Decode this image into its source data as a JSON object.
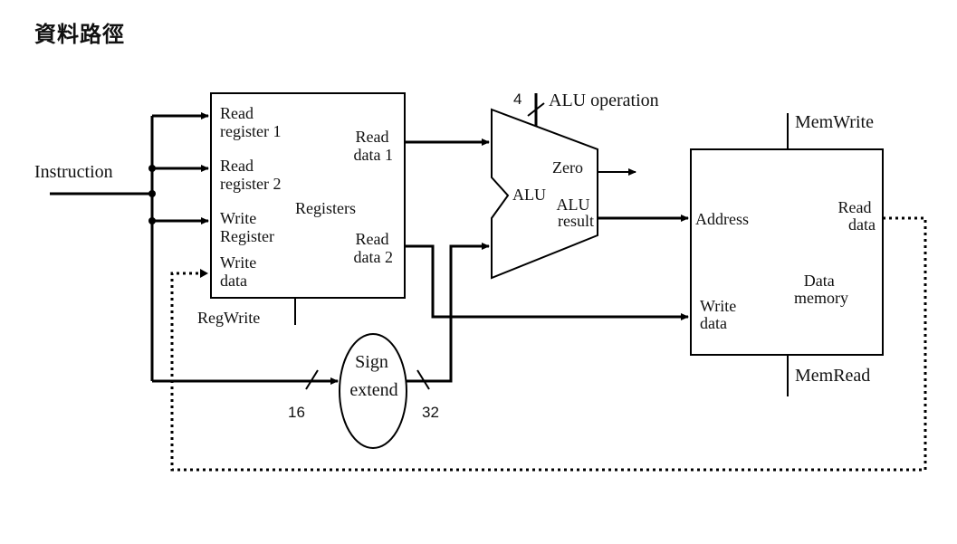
{
  "title": "資料路徑",
  "instruction": "Instruction",
  "registers": {
    "read_register_1": [
      "Read",
      "register 1"
    ],
    "read_register_2": [
      "Read",
      "register 2"
    ],
    "write_register": [
      "Write",
      "Register"
    ],
    "write_data": [
      "Write",
      "data"
    ],
    "name": "Registers",
    "read_data_1": [
      "Read",
      "data 1"
    ],
    "read_data_2": [
      "Read",
      "data 2"
    ]
  },
  "regwrite": "RegWrite",
  "alu": {
    "op_width": "4",
    "operation": "ALU operation",
    "label": "ALU",
    "zero": "Zero",
    "result": [
      "ALU",
      "result"
    ]
  },
  "sign_extend": {
    "label": [
      "Sign",
      "extend"
    ],
    "in_width": "16",
    "out_width": "32"
  },
  "memory": {
    "memwrite": "MemWrite",
    "memread": "MemRead",
    "address": "Address",
    "read_data": [
      "Read",
      "data"
    ],
    "write_data": [
      "Write",
      "data"
    ],
    "name": [
      "Data",
      "memory"
    ]
  }
}
